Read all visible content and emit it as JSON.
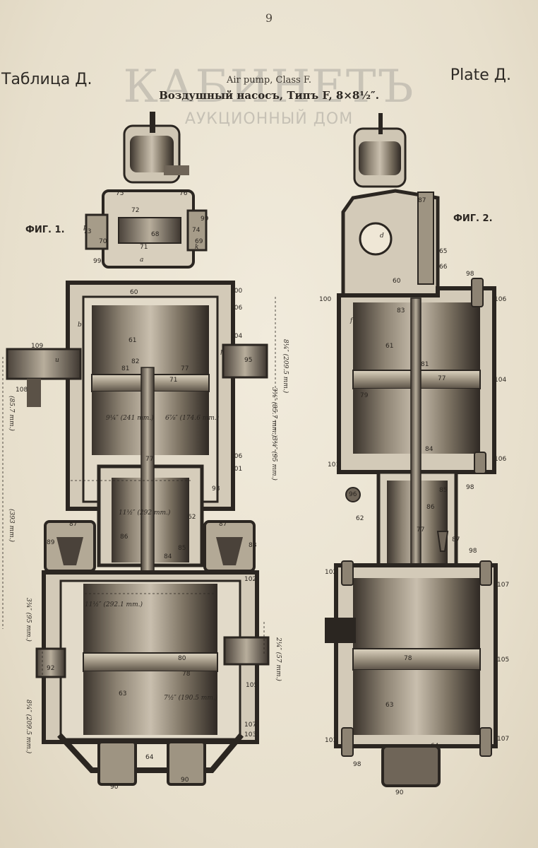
{
  "page_number": "9",
  "title_left": "Таблица Д.",
  "title_right": "Plate Д.",
  "subtitle_en": "Air pump, Class F.",
  "subtitle_ru": "Воздушный насосъ, Типъ F, 8×8½″.",
  "watermark": {
    "main": "КАБИНЕТЪ",
    "sub": "АУКЦИОННЫЙ ДОМ"
  },
  "fig1": {
    "label": "ФИГ. 1.",
    "part_numbers": [
      "75",
      "76",
      "72",
      "99",
      "73",
      "74",
      "70",
      "68",
      "69",
      "71",
      "99",
      "100",
      "60",
      "106",
      "61",
      "104",
      "109",
      "82",
      "81",
      "77",
      "95",
      "108",
      "71",
      "77",
      "106",
      "101",
      "98",
      "62",
      "87",
      "87",
      "86",
      "85",
      "84",
      "88",
      "89",
      "102",
      "80",
      "78",
      "63",
      "92",
      "105",
      "107",
      "103",
      "64",
      "90",
      "90"
    ],
    "letters": [
      "u",
      "l",
      "k",
      "b",
      "h",
      "a"
    ],
    "dimensions": [
      "9¼″ (241 mm.)",
      "6⅞″ (174.6 mm.)",
      "11½″ (292 mm.)",
      "11½″ (292.1 mm.)",
      "7½″ (190.5 mm.)",
      "8¼″ (209.5 mm.)",
      "3⅜″ (85.7 mm.)",
      "3¾″ (95 mm.)",
      "3¾″ (95 mm.)",
      "2¼″ (57 mm.)",
      "8¼″ (209.5 mm.)",
      "(85.7 mm.)",
      "(393 mm.)"
    ]
  },
  "fig2": {
    "label": "ФИГ. 2.",
    "part_numbers": [
      "87",
      "65",
      "66",
      "98",
      "100",
      "106",
      "60",
      "83",
      "61",
      "104",
      "81",
      "77",
      "79",
      "84",
      "101",
      "106",
      "96",
      "85",
      "86",
      "98",
      "62",
      "77",
      "87",
      "98",
      "102",
      "107",
      "105",
      "78",
      "63",
      "103",
      "64",
      "98",
      "107",
      "90"
    ],
    "letters": [
      "f",
      "d"
    ]
  }
}
